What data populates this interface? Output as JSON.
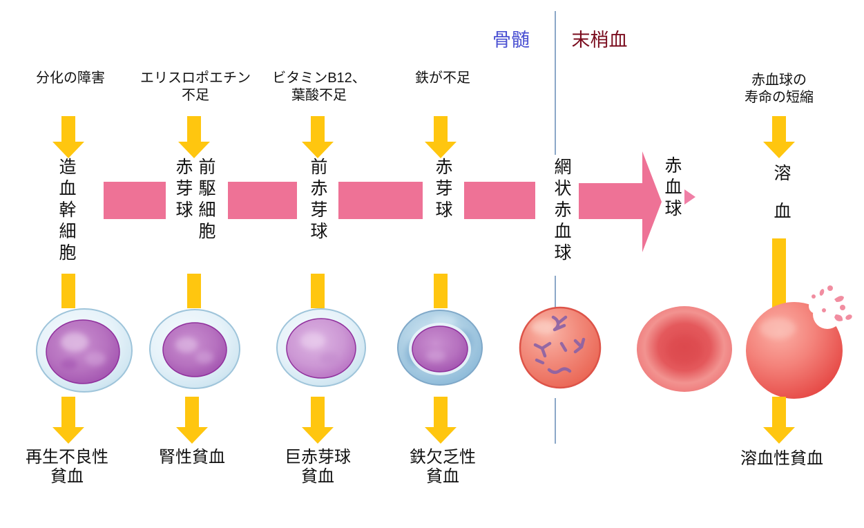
{
  "header": {
    "bone_marrow": "骨髄",
    "peripheral_blood": "末梢血"
  },
  "columns": [
    {
      "cause": "分化の障害",
      "stage": "造血幹細胞",
      "anemia": "再生不良性\n貧血"
    },
    {
      "cause": "エリスロポエチン\n不足",
      "stage": "前駆細胞\n赤芽球",
      "anemia": "腎性貧血"
    },
    {
      "cause": "ビタミンB12、\n葉酸不足",
      "stage": "前赤芽球",
      "anemia": "巨赤芽球\n貧血"
    },
    {
      "cause": "鉄が不足",
      "stage": "赤芽球",
      "anemia": "鉄欠乏性\n貧血"
    },
    {
      "stage": "網状赤血球"
    },
    {
      "stage": "赤血球"
    },
    {
      "cause": "赤血球の\n寿命の短縮",
      "stage": "溶血",
      "anemia": "溶血性貧血"
    }
  ],
  "cells": [
    "hematopoietic-stem-cell",
    "erythroid-progenitor-cell",
    "proerythroblast",
    "erythroblast",
    "reticulocyte",
    "red-blood-cell",
    "hemolyzing-red-blood-cell"
  ],
  "colors": {
    "arrow_yellow": "#FFC60F",
    "flow_pink": "#EE7296",
    "flow_pink_light": "#F07FA6",
    "divider_blue": "#8BA7C7",
    "bone_marrow_text": "#4A50D2",
    "peripheral_blood_text": "#7A0C1E"
  }
}
